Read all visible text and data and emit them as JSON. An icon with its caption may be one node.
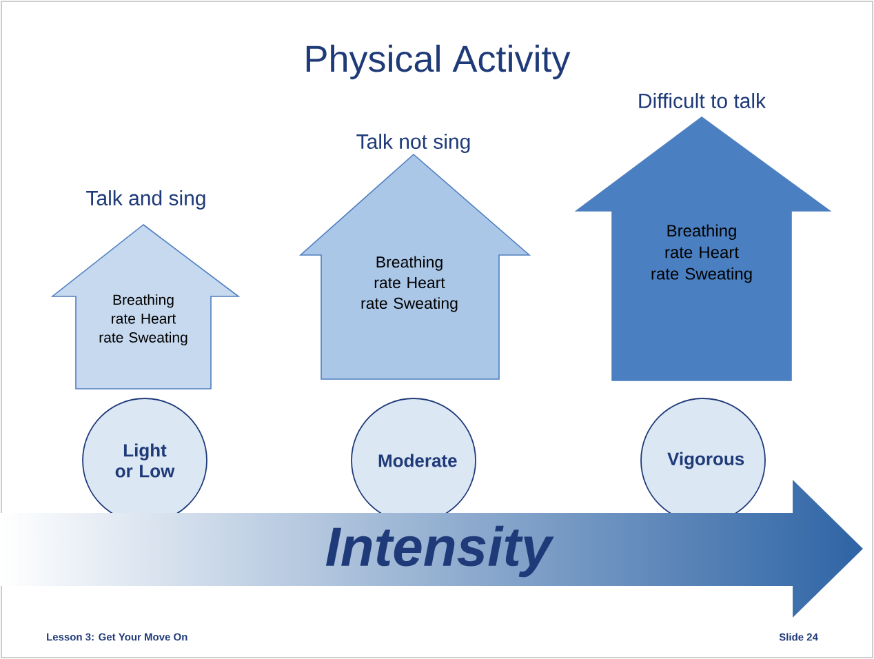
{
  "diagram": {
    "title": "Physical Activity",
    "nodes": [
      {
        "text": [
          "Talk and sing",
          "Breathing rate Heart rate Sweating"
        ]
      },
      {
        "text": [
          "Talk not sing",
          "Breathing rate Heart rate Sweating"
        ]
      },
      {
        "text": [
          "Difficult to talk",
          "Breathing rate Heart rate Sweating"
        ]
      },
      {
        "text": [
          "Light or Low"
        ]
      },
      {
        "text": [
          "Moderate"
        ]
      },
      {
        "text": [
          "Vigorous"
        ]
      },
      {
        "text": [
          "Intensity"
        ]
      }
    ],
    "labels": [
      "Lesson 3: Get Your Move On",
      "Slide 24"
    ]
  }
}
